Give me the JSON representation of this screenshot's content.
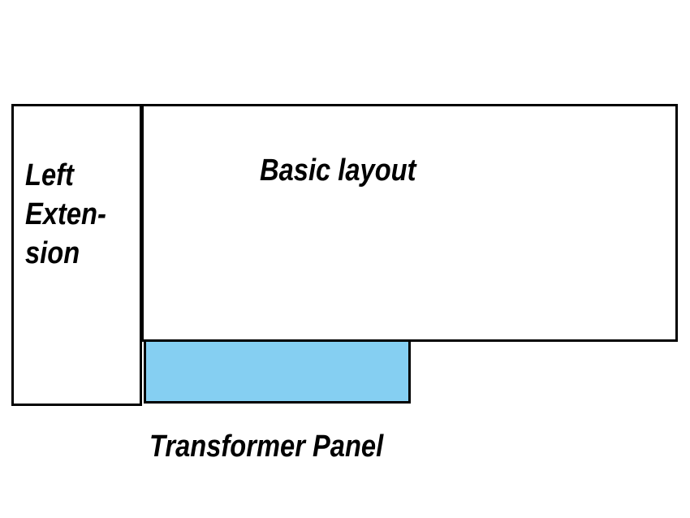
{
  "boxes": {
    "left_extension": {
      "lines": [
        "Left",
        "Exten-",
        "sion"
      ],
      "fill": "#ffffff",
      "border_color": "#000000"
    },
    "basic_layout": {
      "label": "Basic layout",
      "fill": "#ffffff",
      "border_color": "#000000"
    },
    "transformer_panel": {
      "label": "Transformer Panel",
      "fill": "#85CFF2",
      "border_color": "#000000"
    }
  },
  "colors": {
    "background": "#ffffff",
    "text": "#000000",
    "panel_blue": "#85CFF2"
  }
}
